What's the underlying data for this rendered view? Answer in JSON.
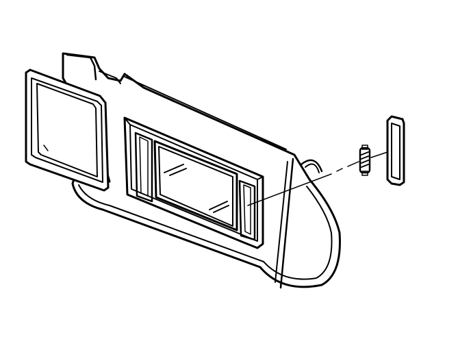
{
  "diagram": {
    "colors": {
      "ink": "#000000",
      "paper": "#ffffff"
    },
    "parts": [
      {
        "id": "visor-body",
        "icon": "sun-visor-body"
      },
      {
        "id": "mirror-cover",
        "icon": "flip-cover"
      },
      {
        "id": "vanity-mirror",
        "icon": "mirror"
      },
      {
        "id": "lamp-lens-left",
        "icon": "lamp-lens"
      },
      {
        "id": "lamp-lens-right",
        "icon": "lamp-lens"
      },
      {
        "id": "bulb",
        "icon": "festoon-bulb"
      },
      {
        "id": "lens-cover",
        "icon": "lens-cover"
      }
    ],
    "labels": []
  }
}
